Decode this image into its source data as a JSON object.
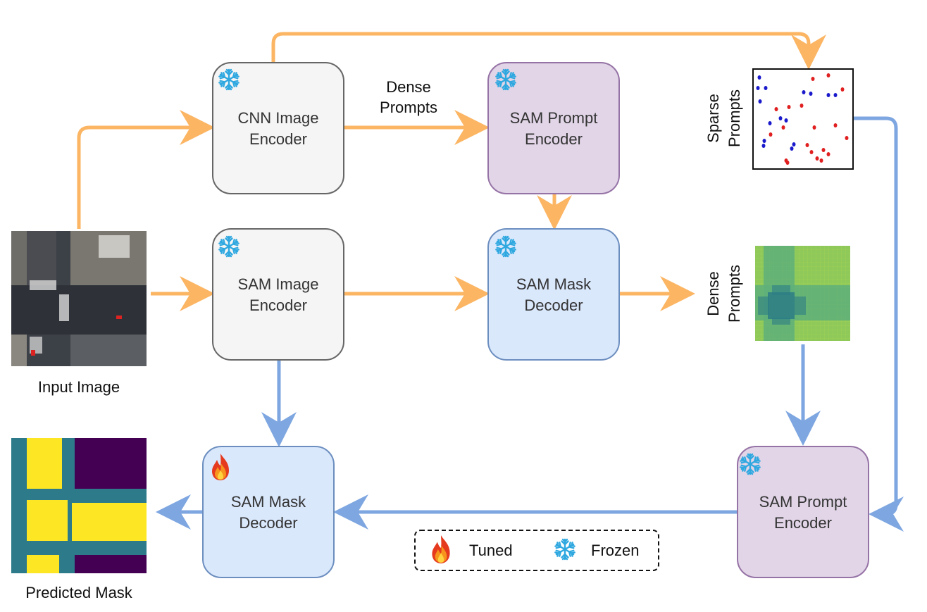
{
  "colors": {
    "orange_arrow": "#FBB563",
    "blue_arrow": "#7EA6E0",
    "gray_box_fill": "#F5F5F5",
    "gray_box_stroke": "#666666",
    "purple_box_fill": "#E1D5E7",
    "purple_box_stroke": "#9673A6",
    "blue_box_fill": "#DAE8FC",
    "blue_box_stroke": "#6C8EBF",
    "mask_purple": "#440154",
    "mask_teal": "#2C7A8A",
    "mask_yellow": "#FDE725",
    "snowflake": "#2FA8E0",
    "sparse_pos": "#E02020",
    "sparse_neg": "#1A1ACC"
  },
  "boxes": {
    "cnn_encoder": {
      "line1": "CNN Image",
      "line2": "Encoder",
      "icon": "snowflake-icon"
    },
    "sam_prompt_encoder_top": {
      "line1": "SAM Prompt",
      "line2": "Encoder",
      "icon": "snowflake-icon"
    },
    "sam_image_encoder": {
      "line1": "SAM Image",
      "line2": "Encoder",
      "icon": "snowflake-icon"
    },
    "sam_mask_decoder_mid": {
      "line1": "SAM Mask",
      "line2": "Decoder",
      "icon": "snowflake-icon"
    },
    "sam_mask_decoder_bottom": {
      "line1": "SAM Mask",
      "line2": "Decoder",
      "icon": "fire-icon"
    },
    "sam_prompt_encoder_bottom": {
      "line1": "SAM Prompt",
      "line2": "Encoder",
      "icon": "snowflake-icon"
    }
  },
  "labels": {
    "dense_prompts_arrow": {
      "line1": "Dense",
      "line2": "Prompts"
    },
    "sparse_prompts": {
      "line1": "Sparse",
      "line2": "Prompts"
    },
    "dense_prompts_image": {
      "line1": "Dense",
      "line2": "Prompts"
    },
    "input_image": "Input Image",
    "predicted_mask": "Predicted Mask"
  },
  "legend": {
    "tuned_label": "Tuned",
    "tuned_icon": "fire-icon",
    "frozen_label": "Frozen",
    "frozen_icon": "snowflake-icon"
  },
  "sparse_points": {
    "positive_count": 19,
    "negative_count": 15
  }
}
